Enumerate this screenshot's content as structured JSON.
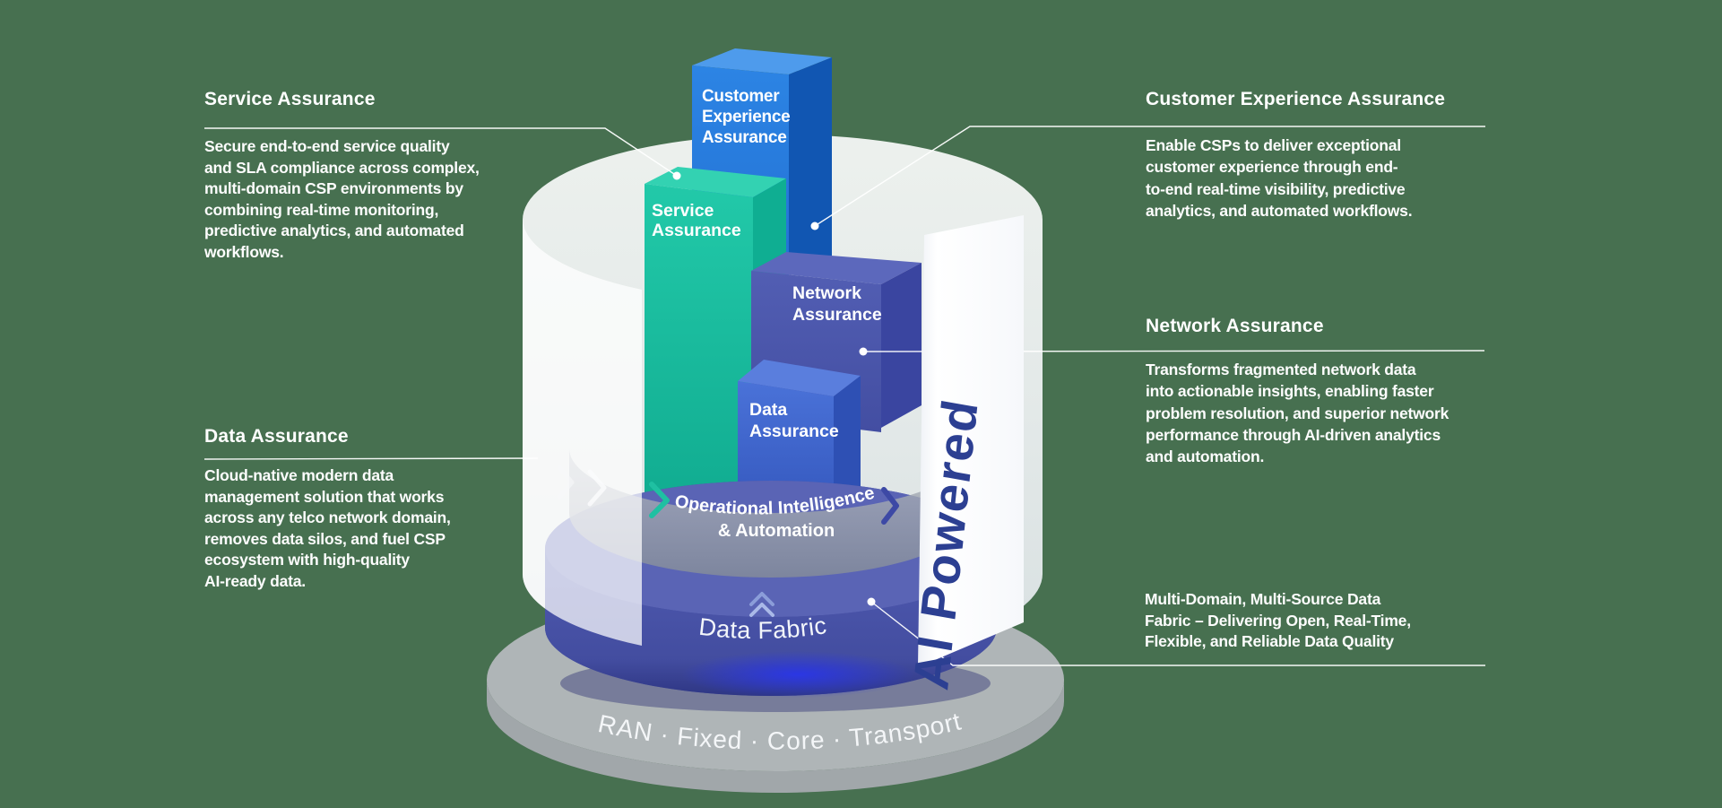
{
  "colors": {
    "background": "#477050",
    "cea_bar": "#1f72d4",
    "service_bar": "#1bc2a3",
    "network_bar": "#4c58ad",
    "data_bar": "#3f68cd",
    "fabric_cylinder": "#4d58ac",
    "band_text_navy": "#2c3f92",
    "connector_white": "#ffffff"
  },
  "blocks": {
    "service": {
      "title": "Service Assurance",
      "body": "Secure end-to-end service quality\nand SLA compliance across complex,\nmulti-domain CSP environments by\ncombining real-time monitoring,\npredictive analytics, and automated\nworkflows."
    },
    "data": {
      "title": "Data Assurance",
      "body": "Cloud-native modern data\nmanagement solution that works\nacross any telco network domain,\nremoves data silos, and fuel CSP\necosystem with high-quality\nAI-ready data."
    },
    "cea": {
      "title": "Customer Experience Assurance",
      "body": "Enable CSPs to deliver exceptional\ncustomer experience through end-\nto-end real-time visibility, predictive\nanalytics, and automated workflows."
    },
    "network": {
      "title": "Network Assurance",
      "body": "Transforms fragmented network data\ninto actionable insights, enabling faster\nproblem resolution, and superior network\nperformance through AI-driven analytics\nand automation."
    },
    "fabric_note": {
      "body": "Multi-Domain, Multi-Source Data\nFabric – Delivering Open, Real-Time,\nFlexible, and Reliable Data Quality"
    }
  },
  "diagram": {
    "bars": {
      "cea": {
        "lines": [
          "Customer",
          "Experience",
          "Assurance"
        ]
      },
      "service": {
        "lines": [
          "Service",
          "Assurance"
        ]
      },
      "network": {
        "lines": [
          "Network",
          "Assurance"
        ]
      },
      "data": {
        "lines": [
          "Data",
          "Assurance"
        ]
      }
    },
    "ring": {
      "line1": "Operational Intelligence",
      "line2": "& Automation"
    },
    "fabric": {
      "label": "Data Fabric"
    },
    "band": {
      "label": "AI Powered"
    },
    "base": {
      "label": "RAN · Fixed · Core · Transport"
    }
  }
}
